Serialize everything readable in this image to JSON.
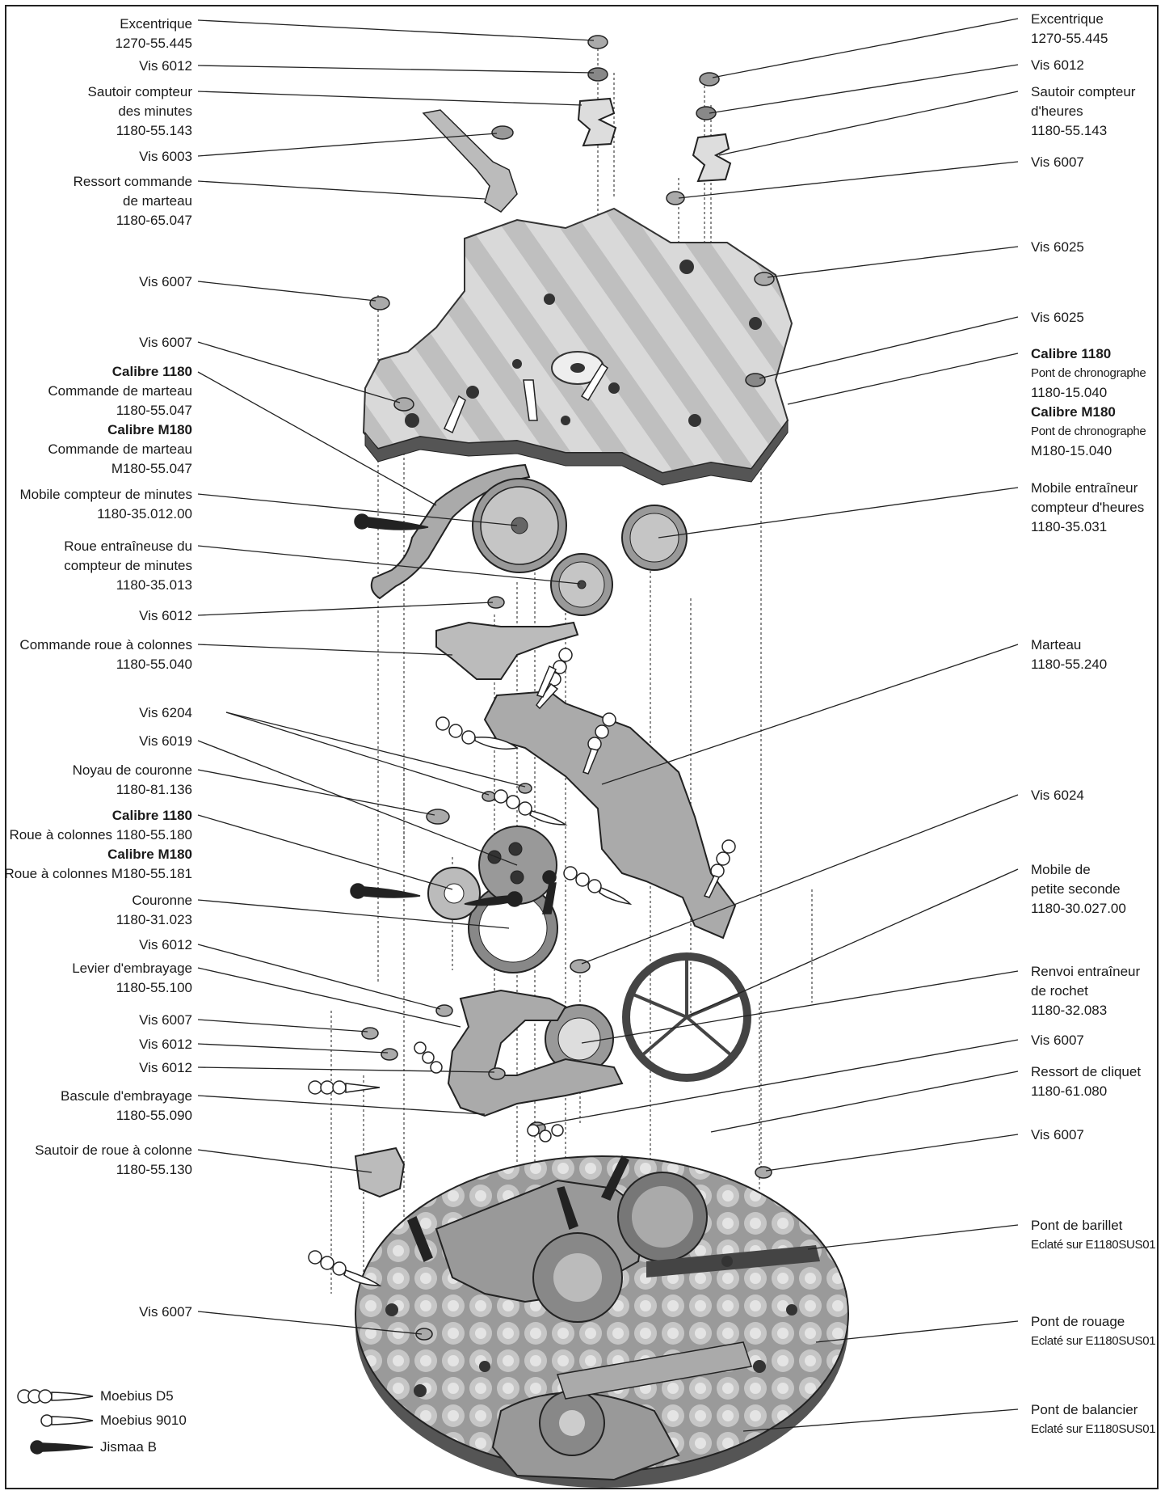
{
  "left_labels": [
    {
      "id": "L1",
      "lines": [
        {
          "t": "Excentrique"
        },
        {
          "t": "1270-55.445"
        }
      ]
    },
    {
      "id": "L2",
      "lines": [
        {
          "t": "Vis 6012"
        }
      ]
    },
    {
      "id": "L3",
      "lines": [
        {
          "t": "Sautoir compteur"
        },
        {
          "t": "des minutes"
        },
        {
          "t": "1180-55.143"
        }
      ]
    },
    {
      "id": "L4",
      "lines": [
        {
          "t": "Vis 6003"
        }
      ]
    },
    {
      "id": "L5",
      "lines": [
        {
          "t": "Ressort commande"
        },
        {
          "t": "de marteau"
        },
        {
          "t": "1180-65.047"
        }
      ]
    },
    {
      "id": "L6",
      "lines": [
        {
          "t": "Vis 6007"
        }
      ]
    },
    {
      "id": "L7",
      "lines": [
        {
          "t": "Vis 6007"
        }
      ]
    },
    {
      "id": "L8",
      "lines": [
        {
          "t": "Calibre 1180",
          "b": true
        },
        {
          "t": "Commande de marteau"
        },
        {
          "t": "1180-55.047"
        },
        {
          "t": "Calibre M180",
          "b": true
        },
        {
          "t": "Commande de marteau"
        },
        {
          "t": "M180-55.047"
        }
      ]
    },
    {
      "id": "L9",
      "lines": [
        {
          "t": "Mobile compteur de minutes"
        },
        {
          "t": "1180-35.012.00"
        }
      ]
    },
    {
      "id": "L10",
      "lines": [
        {
          "t": "Roue entraîneuse du"
        },
        {
          "t": "compteur de minutes"
        },
        {
          "t": "1180-35.013"
        }
      ]
    },
    {
      "id": "L11",
      "lines": [
        {
          "t": "Vis 6012"
        }
      ]
    },
    {
      "id": "L12",
      "lines": [
        {
          "t": "Commande roue à colonnes"
        },
        {
          "t": "1180-55.040"
        }
      ]
    },
    {
      "id": "L13",
      "lines": [
        {
          "t": "Vis 6204"
        }
      ]
    },
    {
      "id": "L14",
      "lines": [
        {
          "t": "Vis 6019"
        }
      ]
    },
    {
      "id": "L15",
      "lines": [
        {
          "t": "Noyau de couronne"
        },
        {
          "t": "1180-81.136"
        }
      ]
    },
    {
      "id": "L16",
      "lines": [
        {
          "t": "Calibre 1180",
          "b": true
        },
        {
          "t": "Roue à colonnes 1180-55.180"
        },
        {
          "t": "Calibre M180",
          "b": true
        },
        {
          "t": "Roue à colonnes M180-55.181"
        }
      ]
    },
    {
      "id": "L17",
      "lines": [
        {
          "t": "Couronne"
        },
        {
          "t": "1180-31.023"
        }
      ]
    },
    {
      "id": "L18",
      "lines": [
        {
          "t": "Vis 6012"
        }
      ]
    },
    {
      "id": "L19",
      "lines": [
        {
          "t": "Levier d'embrayage"
        },
        {
          "t": "1180-55.100"
        }
      ]
    },
    {
      "id": "L20",
      "lines": [
        {
          "t": "Vis 6007"
        }
      ]
    },
    {
      "id": "L21",
      "lines": [
        {
          "t": "Vis 6012"
        }
      ]
    },
    {
      "id": "L22",
      "lines": [
        {
          "t": "Vis 6012"
        }
      ]
    },
    {
      "id": "L23",
      "lines": [
        {
          "t": "Bascule d'embrayage"
        },
        {
          "t": "1180-55.090"
        }
      ]
    },
    {
      "id": "L24",
      "lines": [
        {
          "t": "Sautoir de roue à colonne"
        },
        {
          "t": "1180-55.130"
        }
      ]
    },
    {
      "id": "L25",
      "lines": [
        {
          "t": "Vis 6007"
        }
      ]
    }
  ],
  "right_labels": [
    {
      "id": "R1",
      "lines": [
        {
          "t": "Excentrique"
        },
        {
          "t": "1270-55.445"
        }
      ]
    },
    {
      "id": "R2",
      "lines": [
        {
          "t": "Vis 6012"
        }
      ]
    },
    {
      "id": "R3",
      "lines": [
        {
          "t": "Sautoir compteur"
        },
        {
          "t": "d'heures"
        },
        {
          "t": "1180-55.143"
        }
      ]
    },
    {
      "id": "R4",
      "lines": [
        {
          "t": "Vis 6007"
        }
      ]
    },
    {
      "id": "R5",
      "lines": [
        {
          "t": "Vis 6025"
        }
      ]
    },
    {
      "id": "R6",
      "lines": [
        {
          "t": "Vis 6025"
        }
      ]
    },
    {
      "id": "R7",
      "lines": [
        {
          "t": "Calibre 1180",
          "b": true
        },
        {
          "t": "Pont de chronographe",
          "c": true
        },
        {
          "t": "1180-15.040"
        },
        {
          "t": "Calibre M180",
          "b": true
        },
        {
          "t": "Pont de chronographe",
          "c": true
        },
        {
          "t": "M180-15.040"
        }
      ]
    },
    {
      "id": "R8",
      "lines": [
        {
          "t": "Mobile entraîneur"
        },
        {
          "t": "compteur d'heures"
        },
        {
          "t": "1180-35.031"
        }
      ]
    },
    {
      "id": "R9",
      "lines": [
        {
          "t": "Marteau"
        },
        {
          "t": "1180-55.240"
        }
      ]
    },
    {
      "id": "R10",
      "lines": [
        {
          "t": "Vis 6024"
        }
      ]
    },
    {
      "id": "R11",
      "lines": [
        {
          "t": "Mobile de"
        },
        {
          "t": "petite seconde"
        },
        {
          "t": "1180-30.027.00"
        }
      ]
    },
    {
      "id": "R12",
      "lines": [
        {
          "t": "Renvoi entraîneur"
        },
        {
          "t": "de rochet"
        },
        {
          "t": "1180-32.083"
        }
      ]
    },
    {
      "id": "R13",
      "lines": [
        {
          "t": "Vis 6007"
        }
      ]
    },
    {
      "id": "R14",
      "lines": [
        {
          "t": "Ressort de cliquet"
        },
        {
          "t": "1180-61.080"
        }
      ]
    },
    {
      "id": "R15",
      "lines": [
        {
          "t": "Vis 6007"
        }
      ]
    },
    {
      "id": "R16",
      "lines": [
        {
          "t": "Pont de barillet"
        },
        {
          "t": "Eclaté sur E1180SUS01",
          "c": true
        }
      ]
    },
    {
      "id": "R17",
      "lines": [
        {
          "t": "Pont de rouage"
        },
        {
          "t": "Eclaté sur E1180SUS01",
          "c": true
        }
      ]
    },
    {
      "id": "R18",
      "lines": [
        {
          "t": "Pont de balancier"
        },
        {
          "t": "Eclaté sur E1180SUS01",
          "c": true
        }
      ]
    }
  ],
  "legend": [
    {
      "label": "Moebius D5",
      "icon": "three-circle-drop-icon"
    },
    {
      "label": "Moebius 9010",
      "icon": "drop-icon"
    },
    {
      "label": "Jismaa B",
      "icon": "filled-drop-icon"
    }
  ]
}
